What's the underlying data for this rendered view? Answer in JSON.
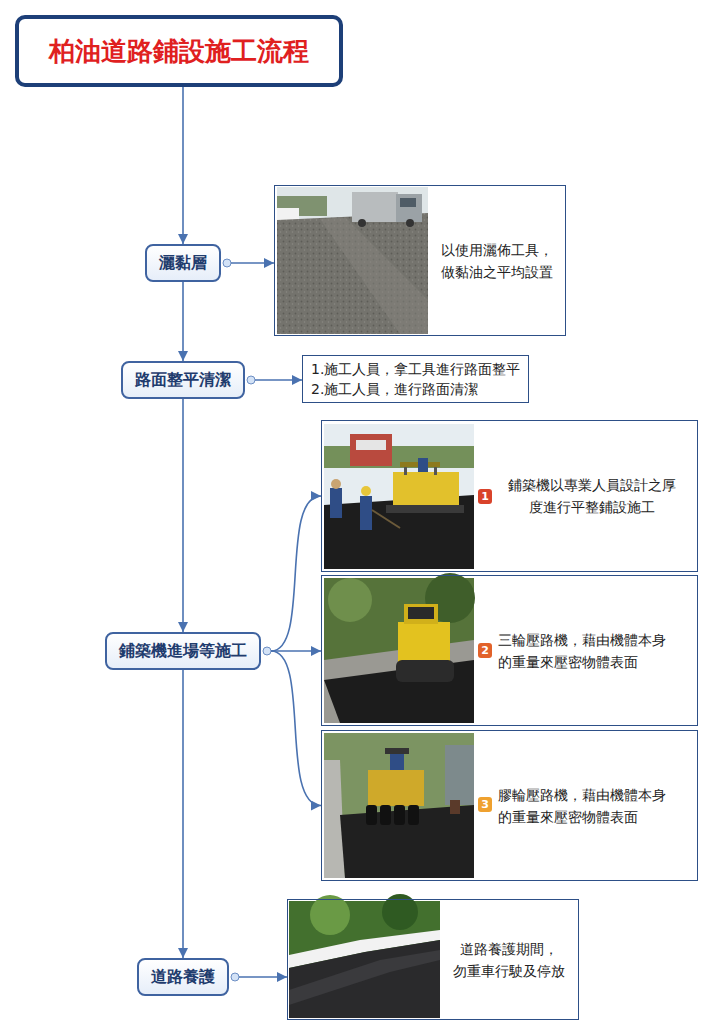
{
  "diagram": {
    "nodes": [
      {
        "text": [
          "柏油道路鋪設施工流程"
        ]
      },
      {
        "text": [
          "灑黏層"
        ]
      },
      {
        "text": [
          "以使用灑佈工具， 做黏油之平均設置"
        ]
      },
      {
        "text": [
          "路面整平清潔"
        ]
      },
      {
        "text": [
          "1.施工人員，拿工具進行路面整平",
          "2.施工人員，進行路面清潔"
        ]
      },
      {
        "text": [
          "鋪築機進場等施工"
        ]
      },
      {
        "text": [
          "鋪築機以專業人員設計之厚 度進行平整鋪設施工"
        ]
      },
      {
        "text": [
          "三輪壓路機，藉由機體本身 的重量來壓密物體表面"
        ]
      },
      {
        "text": [
          "膠輪壓路機，藉由機體本身 的重量來壓密物體表面"
        ]
      },
      {
        "text": [
          "道路養護"
        ]
      },
      {
        "text": [
          "道路養護期間， 勿重車行駛及停放"
        ]
      }
    ],
    "edges": [
      {
        "from": 0,
        "to": 1,
        "arrow": "to"
      },
      {
        "from": 1,
        "to": 2,
        "arrow": "to"
      },
      {
        "from": 1,
        "to": 3,
        "arrow": "to"
      },
      {
        "from": 3,
        "to": 4,
        "arrow": "to"
      },
      {
        "from": 3,
        "to": 5,
        "arrow": "to"
      },
      {
        "from": 5,
        "to": 6,
        "arrow": "to"
      },
      {
        "from": 5,
        "to": 7,
        "arrow": "to"
      },
      {
        "from": 5,
        "to": 8,
        "arrow": "to"
      },
      {
        "from": 5,
        "to": 9,
        "arrow": "to"
      },
      {
        "from": 9,
        "to": 10,
        "arrow": "to"
      }
    ],
    "labels": [
      "1",
      "2",
      "3"
    ]
  }
}
